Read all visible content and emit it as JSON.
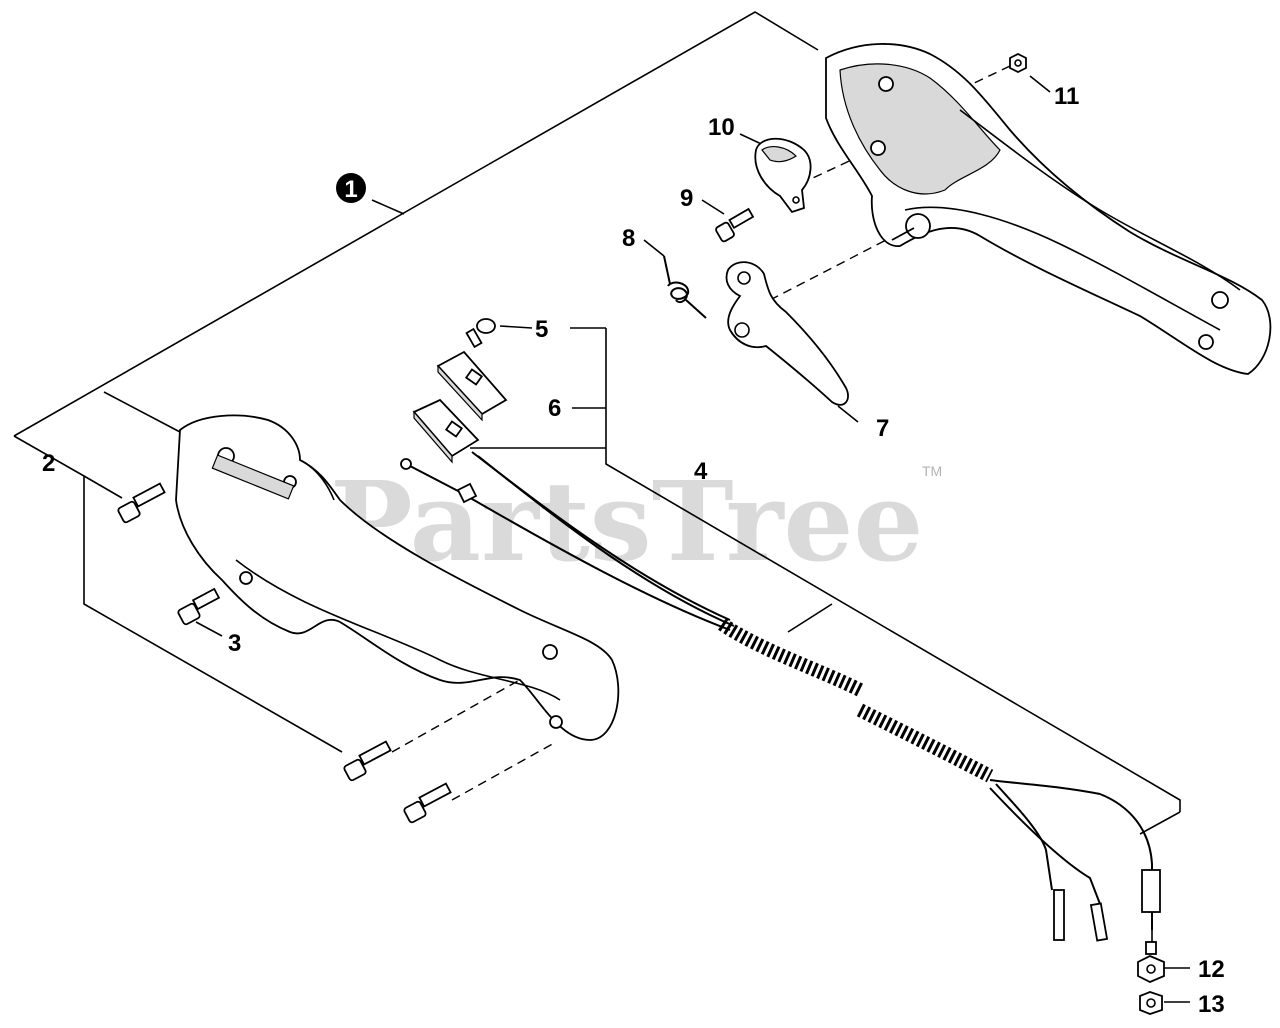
{
  "watermark": {
    "text": "PartsTree",
    "mark": "TM"
  },
  "callouts": {
    "c1": "1",
    "c2": "2",
    "c3": "3",
    "c4": "4",
    "c5": "5",
    "c6": "6",
    "c7": "7",
    "c8": "8",
    "c9": "9",
    "c10": "10",
    "c11": "11",
    "c12": "12",
    "c13": "13"
  },
  "colors": {
    "line": "#000000",
    "background": "#ffffff",
    "watermark": "#9e9e9e"
  }
}
